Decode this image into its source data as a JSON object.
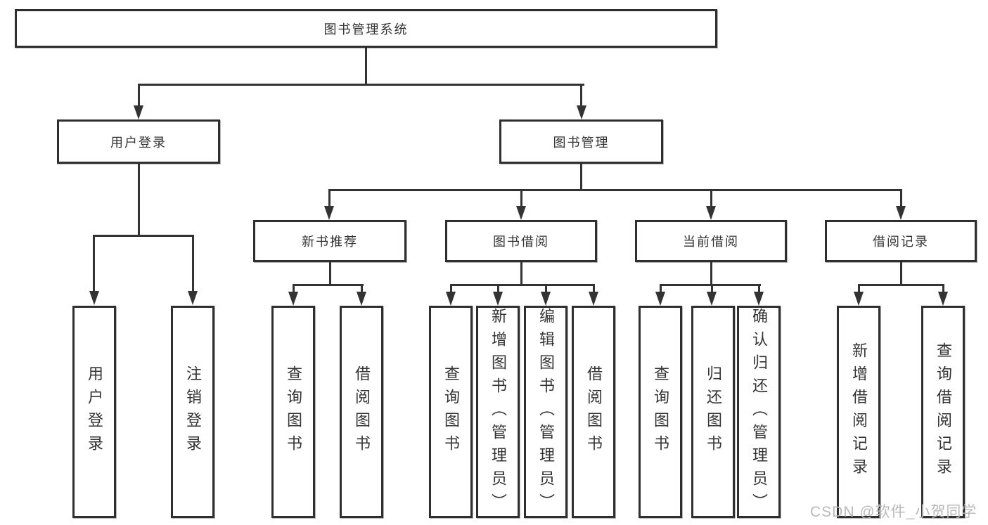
{
  "diagram_title": "图书管理系统",
  "watermark": "CSDN @软件_小贺同学",
  "colors": {
    "background": "#ffffff",
    "box_border": "#2f2f2f",
    "line": "#333333",
    "text": "#333333",
    "watermark": "#b9b9b9"
  },
  "tree": {
    "root": {
      "label": "图书管理系统"
    },
    "level1": [
      {
        "label": "用户登录"
      },
      {
        "label": "图书管理"
      }
    ],
    "level2": [
      {
        "label": "新书推荐"
      },
      {
        "label": "图书借阅"
      },
      {
        "label": "当前借阅"
      },
      {
        "label": "借阅记录"
      }
    ],
    "leaves": {
      "user_login": [
        {
          "label": "用户登录"
        },
        {
          "label": "注销登录"
        }
      ],
      "new_book": [
        {
          "label": "查询图书"
        },
        {
          "label": "借阅图书"
        }
      ],
      "book_borrow": [
        {
          "label": "查询图书"
        },
        {
          "label": "新增图书（管理员）"
        },
        {
          "label": "编辑图书（管理员）"
        },
        {
          "label": "借阅图书"
        }
      ],
      "current_borrow": [
        {
          "label": "查询图书"
        },
        {
          "label": "归还图书"
        },
        {
          "label": "确认归还（管理员）"
        }
      ],
      "borrow_records": [
        {
          "label": "新增借阅记录"
        },
        {
          "label": "查询借阅记录"
        }
      ]
    }
  }
}
